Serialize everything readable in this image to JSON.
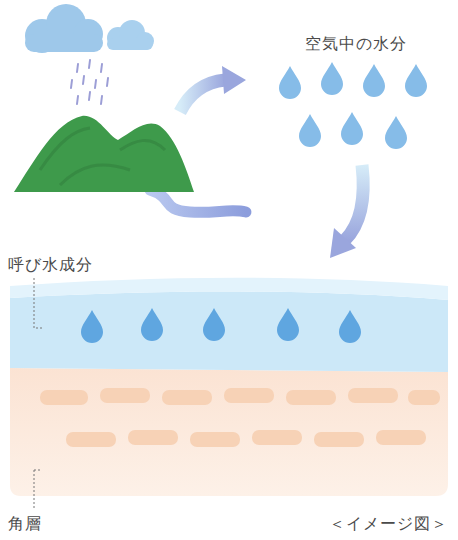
{
  "diagram": {
    "caption": "＜イメージ図＞",
    "labels": [
      "空気中の水分",
      "呼び水成分",
      "角層"
    ]
  }
}
